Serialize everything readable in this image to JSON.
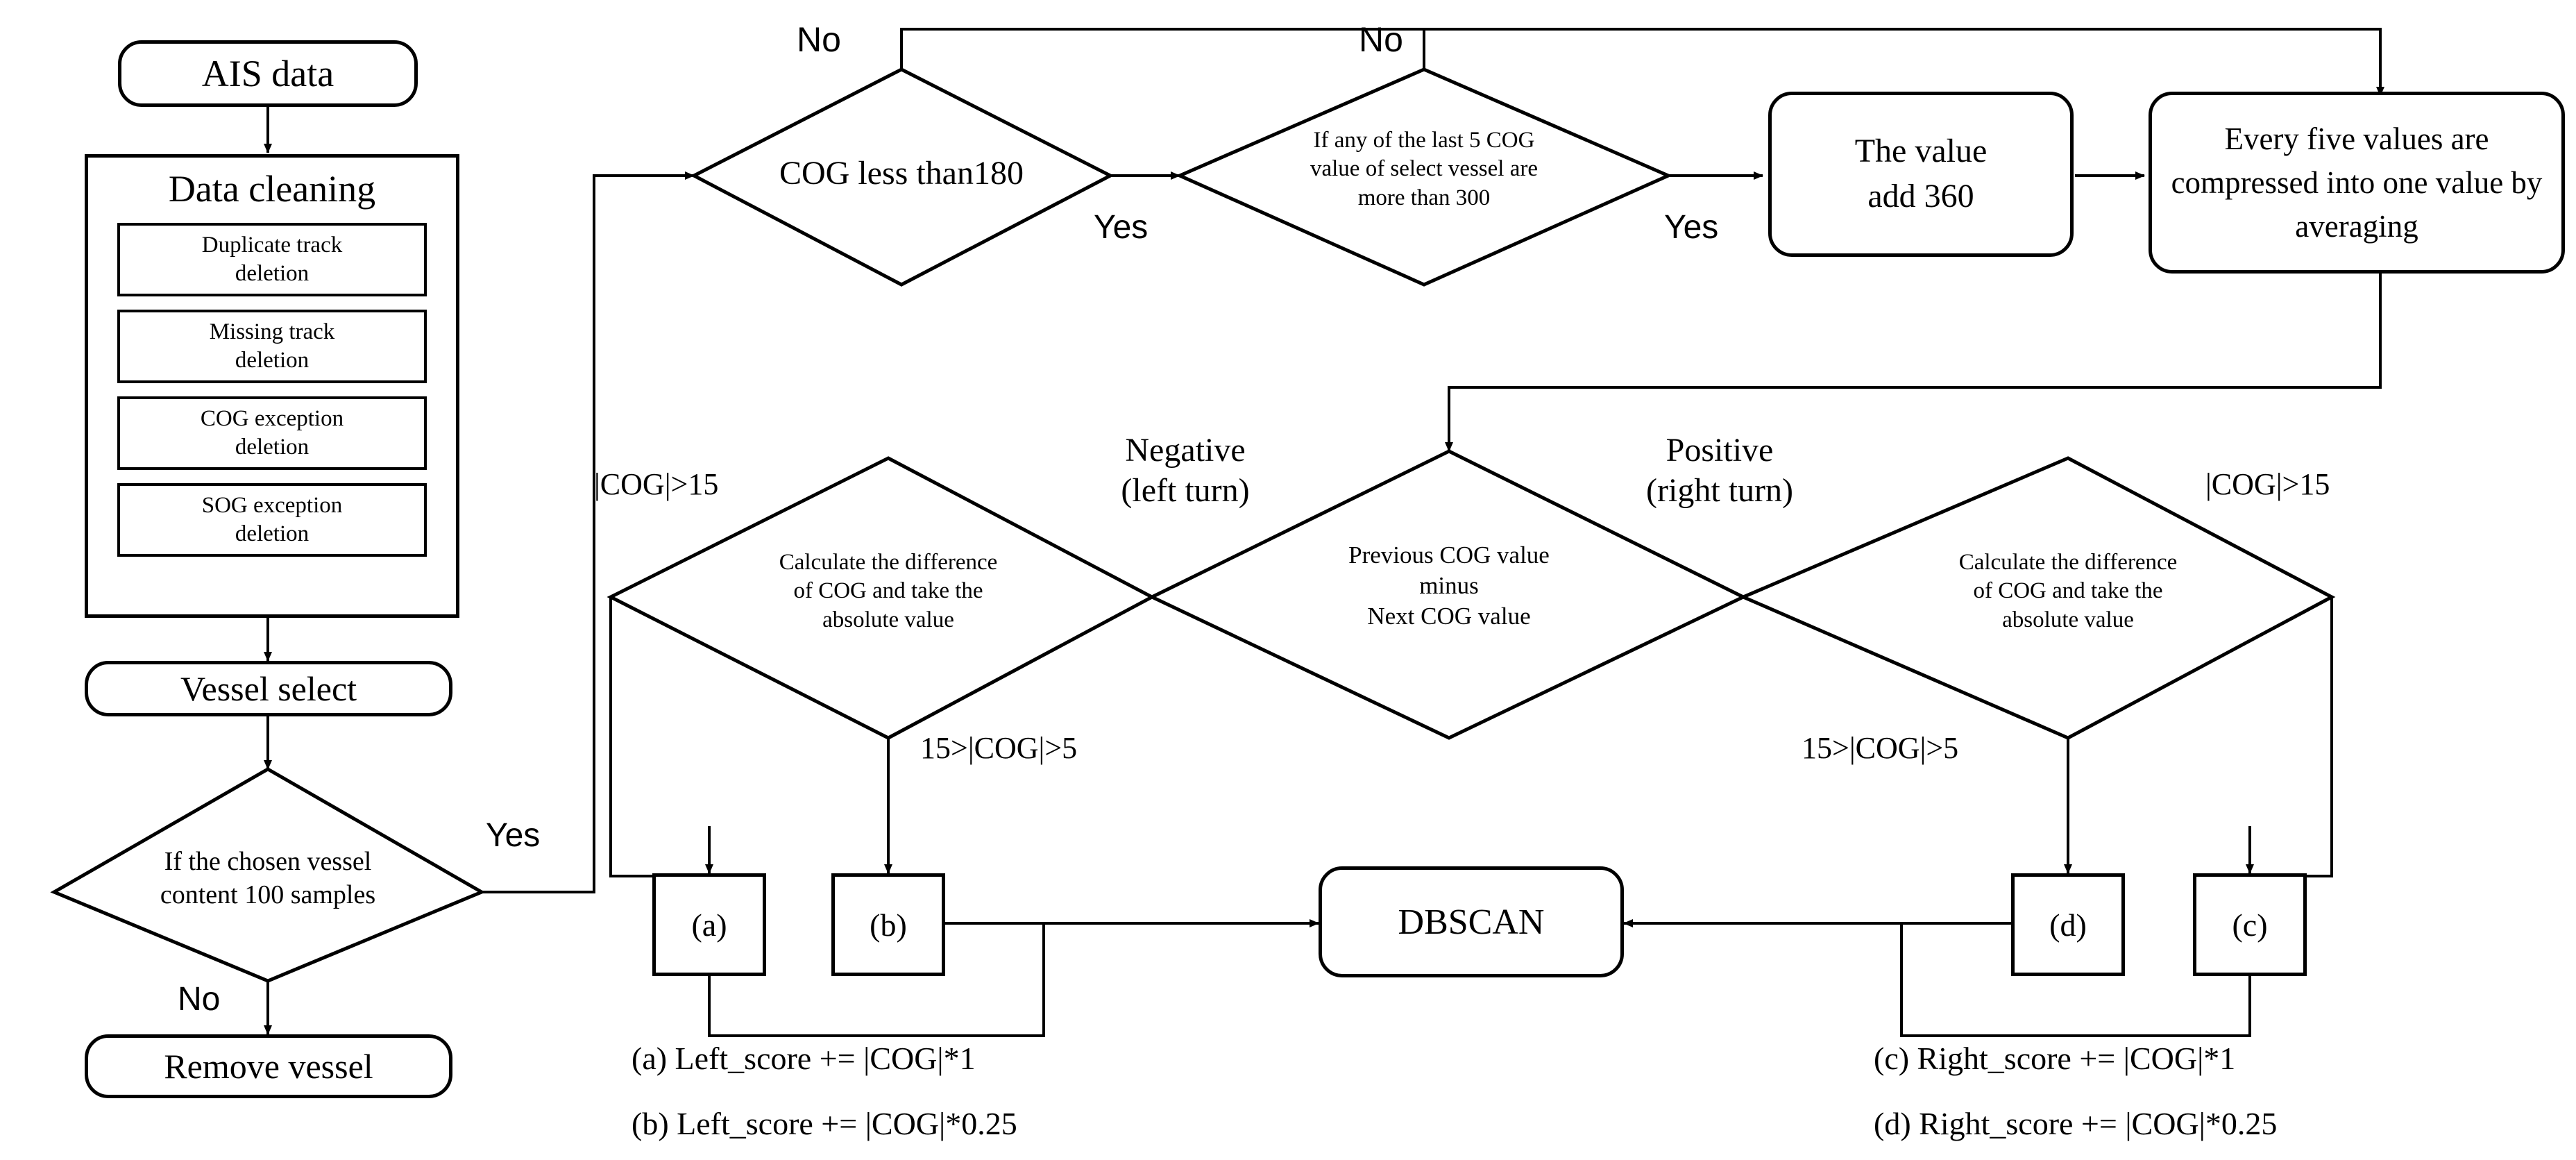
{
  "title": "AIS data processing and COG turn-scoring flowchart",
  "nodes": {
    "ais_data": "AIS data",
    "data_cleaning": "Data cleaning",
    "clean_1": "Duplicate track\ndeletion",
    "clean_2": "Missing track\ndeletion",
    "clean_3": "COG exception\ndeletion",
    "clean_4": "SOG exception\ndeletion",
    "vessel_select": "Vessel select",
    "remove_vessel": "Remove vessel",
    "value_add_360": "The value\nadd 360",
    "compress": "Every five values are compressed into one value by averaging",
    "dbscan": "DBSCAN",
    "box_a": "(a)",
    "box_b": "(b)",
    "box_c": "(c)",
    "box_d": "(d)"
  },
  "decisions": {
    "chosen_vessel": "If the chosen vessel\ncontent 100 samples",
    "cog_less_180": "COG less than180",
    "last5_cog": "If any of the last 5 COG\nvalue of select vessel are\nmore than 300",
    "prev_minus_next": "Previous COG value\nminus\nNext COG value",
    "calc_diff_left": "Calculate the difference\nof COG and take the\nabsolute value",
    "calc_diff_right": "Calculate the difference\nof COG and take the\nabsolute value"
  },
  "edge_labels": {
    "vessel_yes": "Yes",
    "vessel_no": "No",
    "cog180_no": "No",
    "cog180_yes": "Yes",
    "last5_no": "No",
    "last5_yes": "Yes",
    "negative": "Negative\n(left turn)",
    "positive": "Positive\n(right turn)",
    "left_cog_gt15": "|COG|>15",
    "right_cog_gt15": "|COG|>15",
    "left_cog_mid": "15>|COG|>5",
    "right_cog_mid": "15>|COG|>5"
  },
  "legend": {
    "left": [
      "(a) Left_score += |COG|*1",
      "(b) Left_score += |COG|*0.25"
    ],
    "right": [
      "(c) Right_score += |COG|*1",
      "(d) Right_score += |COG|*0.25"
    ]
  },
  "colors": {
    "stroke": "#000000",
    "background": "#ffffff"
  }
}
